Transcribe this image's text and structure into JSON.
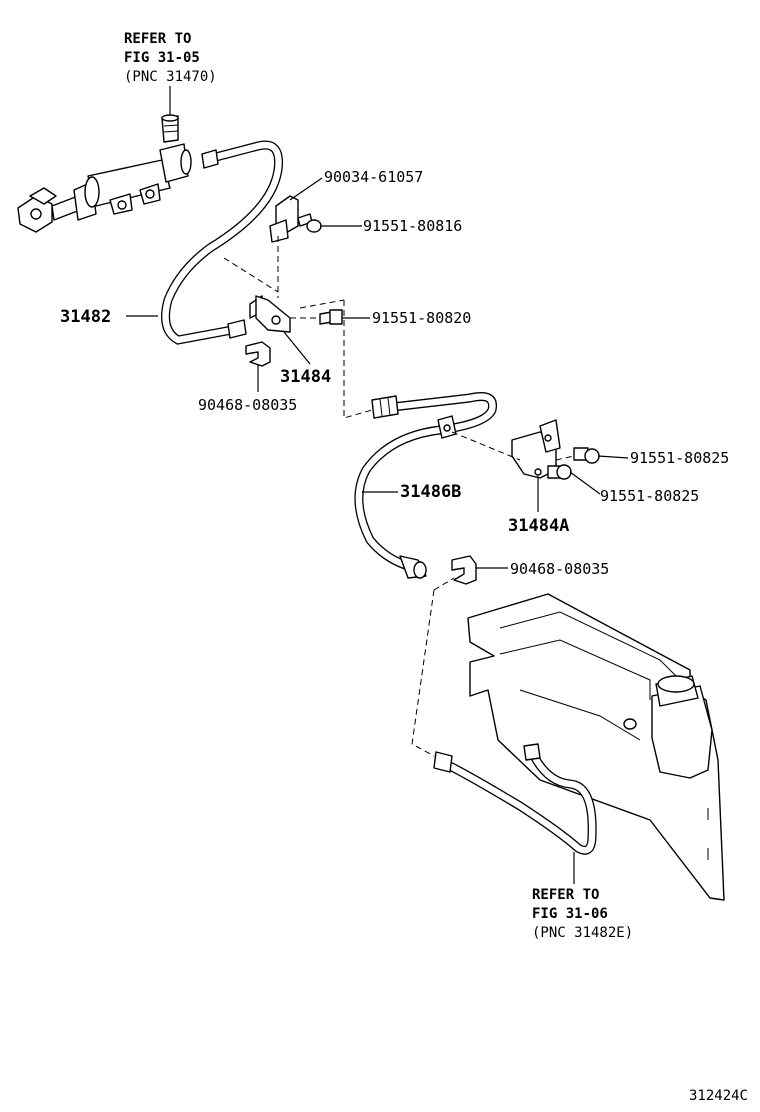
{
  "diagram": {
    "refs": {
      "top": {
        "line1": "REFER TO",
        "line2": "FIG 31-05",
        "line3": "(PNC 31470)"
      },
      "bottom": {
        "line1": "REFER TO",
        "line2": "FIG 31-06",
        "line3": "(PNC 31482E)"
      }
    },
    "parts": {
      "p90034_61057": "90034-61057",
      "p91551_80816": "91551-80816",
      "p91551_80820": "91551-80820",
      "p31482": "31482",
      "p31484": "31484",
      "p90468_08035_a": "90468-08035",
      "p31486B": "31486B",
      "p91551_80825_a": "91551-80825",
      "p91551_80825_b": "91551-80825",
      "p31484A": "31484A",
      "p90468_08035_b": "90468-08035"
    },
    "figure_code": "312424C"
  }
}
